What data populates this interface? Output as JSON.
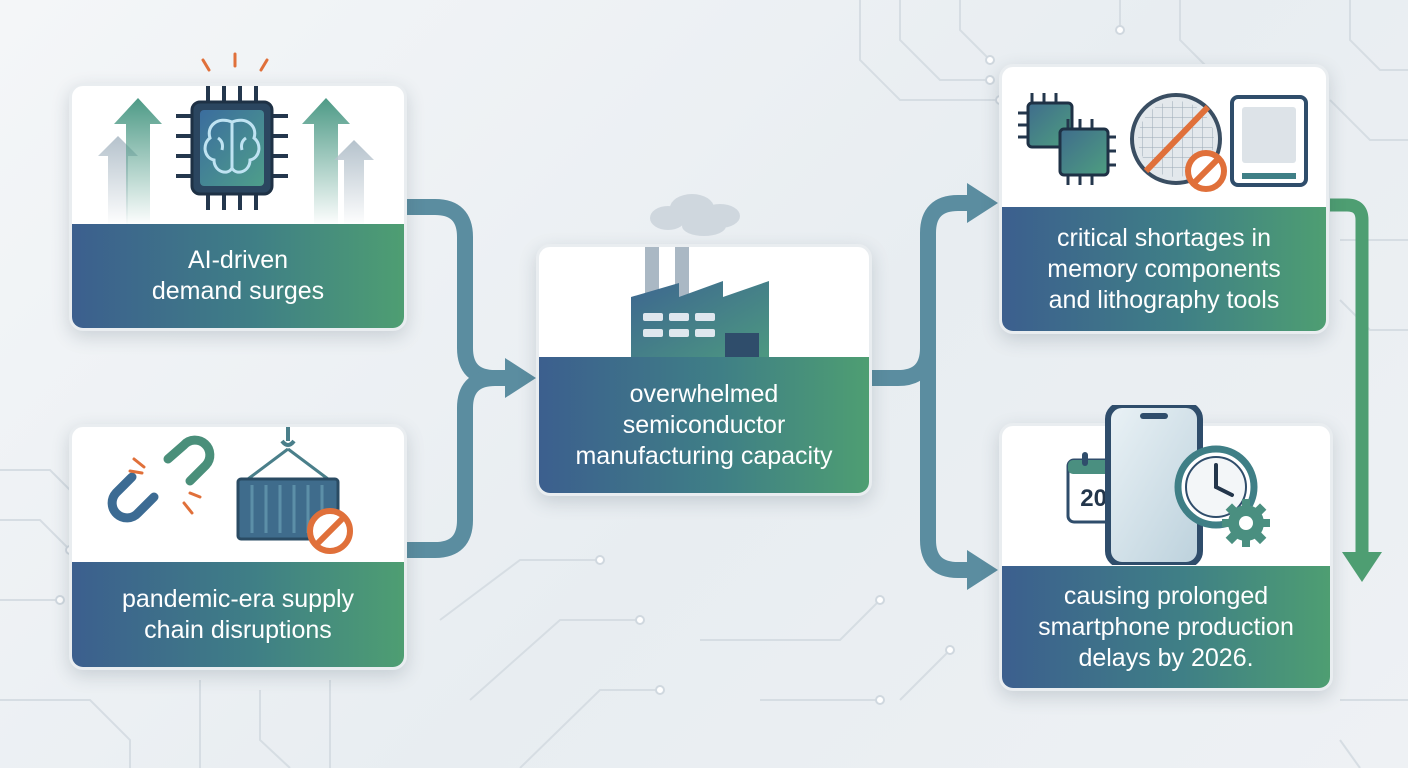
{
  "cards": {
    "ai_demand": {
      "lines": [
        "AI-driven",
        "demand surges"
      ]
    },
    "supply_chain": {
      "lines": [
        "pandemic-era supply",
        "chain disruptions"
      ]
    },
    "manufacturing": {
      "lines": [
        "overwhelmed",
        "semiconductor",
        "manufacturing capacity"
      ]
    },
    "shortages": {
      "lines": [
        "critical shortages in",
        "memory components",
        "and lithography tools"
      ]
    },
    "delays": {
      "lines": [
        "causing prolonged",
        "smartphone production",
        "delays by 2026."
      ]
    }
  },
  "calendar": {
    "year": "2026"
  },
  "icons": {
    "ai_demand": [
      "up-arrow-icon",
      "ai-chip-icon",
      "brain-icon"
    ],
    "supply_chain": [
      "broken-chain-icon",
      "shipping-container-icon",
      "blocked-icon"
    ],
    "manufacturing": [
      "factory-icon"
    ],
    "shortages": [
      "memory-chip-icon",
      "silicon-wafer-icon",
      "blocked-icon",
      "lithography-machine-icon"
    ],
    "delays": [
      "calendar-icon",
      "smartphone-icon",
      "clock-icon",
      "gear-icon"
    ]
  },
  "colors": {
    "blue": "#3c5f8e",
    "teal": "#3f7f86",
    "green": "#4e9e72",
    "connector": "#5b8da0",
    "accent_orange": "#e0703a"
  }
}
